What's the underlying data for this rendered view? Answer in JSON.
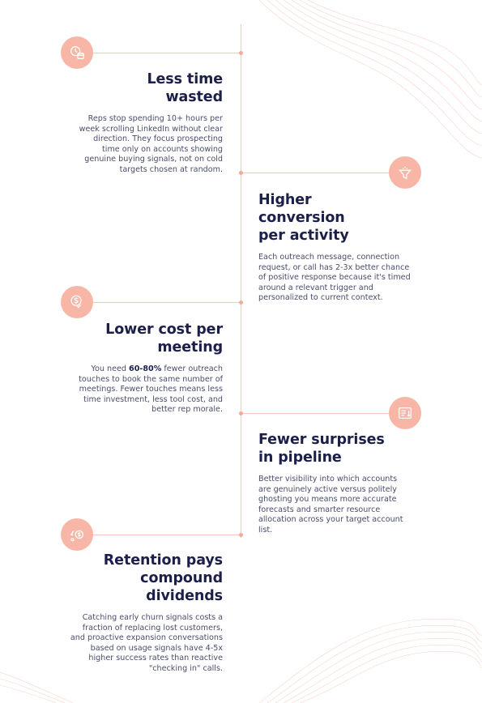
{
  "colors": {
    "accent": "#f8b6a6",
    "line": "#f6c8bd",
    "heading": "#1b1f4a",
    "body": "#4a4d6b"
  },
  "items": [
    {
      "icon": "clock-calendar-icon",
      "title_line1": "Less time",
      "title_line2": "wasted",
      "title_line3": "",
      "desc_pre": "Reps stop spending 10+ hours per week scrolling LinkedIn without clear direction. They focus prospecting time only on accounts showing genuine buying signals, not on cold targets chosen at random.",
      "desc_bold": "",
      "desc_post": ""
    },
    {
      "icon": "funnel-icon",
      "title_line1": "Higher",
      "title_line2": "conversion",
      "title_line3": "per activity",
      "desc_pre": "Each outreach message, connection request, or call has 2-3x better chance of positive response because it's timed around a relevant trigger and personalized to current context.",
      "desc_bold": "",
      "desc_post": ""
    },
    {
      "icon": "dollar-down-icon",
      "title_line1": "Lower cost per",
      "title_line2": "meeting",
      "title_line3": "",
      "desc_pre": "You need ",
      "desc_bold": "60-80%",
      "desc_post": " fewer outreach touches to book the same number of meetings. Fewer touches means less time investment, less tool cost, and better rep morale."
    },
    {
      "icon": "sort-list-icon",
      "title_line1": "Fewer surprises",
      "title_line2": "in pipeline",
      "title_line3": "",
      "desc_pre": "Better visibility into which accounts are genuinely active versus politely ghosting you means more accurate forecasts and smarter resource allocation across your target account list.",
      "desc_bold": "",
      "desc_post": ""
    },
    {
      "icon": "retention-dollar-icon",
      "title_line1": "Retention pays",
      "title_line2": "compound",
      "title_line3": "dividends",
      "desc_pre": "Catching early churn signals costs a fraction of replacing lost customers, and proactive expansion conversations based on usage signals have 4-5x higher success rates than reactive \"checking in\" calls.",
      "desc_bold": "",
      "desc_post": ""
    }
  ]
}
